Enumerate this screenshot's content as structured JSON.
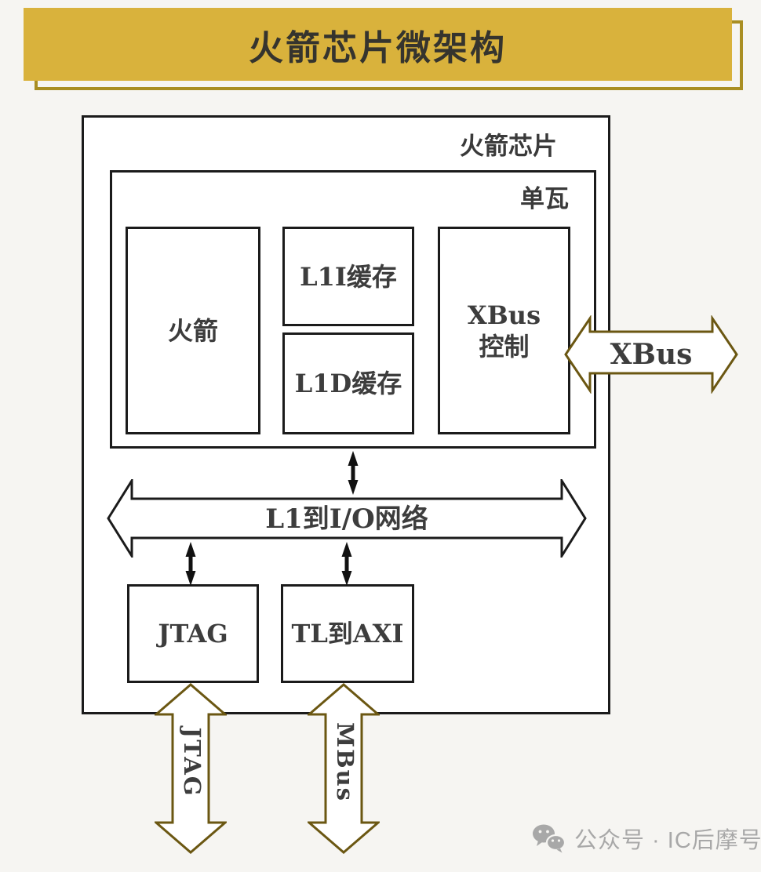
{
  "banner": {
    "title": "火箭芯片微架构"
  },
  "chip": {
    "label": "火箭芯片"
  },
  "tile": {
    "label": "单瓦",
    "rocket": "火箭",
    "l1i_cache": "L1I缓存",
    "l1d_cache": "L1D缓存",
    "xbus_ctrl_line1": "XBus",
    "xbus_ctrl_line2": "控制"
  },
  "buses": {
    "xbus": "XBus",
    "l1_io_network": "L1到I/O网络",
    "jtag": "JTAG",
    "mbus": "MBus"
  },
  "io_blocks": {
    "jtag": "JTAG",
    "tl_to_axi": "TL到AXI"
  },
  "watermark": {
    "icon": "wechat-icon",
    "text": "公众号 · IC后摩号"
  },
  "colors": {
    "banner_gold": "#d9b23c",
    "banner_outline": "#a98e23",
    "arrow_gold": "#6b5712",
    "border_black": "#1b1b1b",
    "text_dark": "#3d3d3d",
    "watermark_gray": "#a8a8a8"
  }
}
